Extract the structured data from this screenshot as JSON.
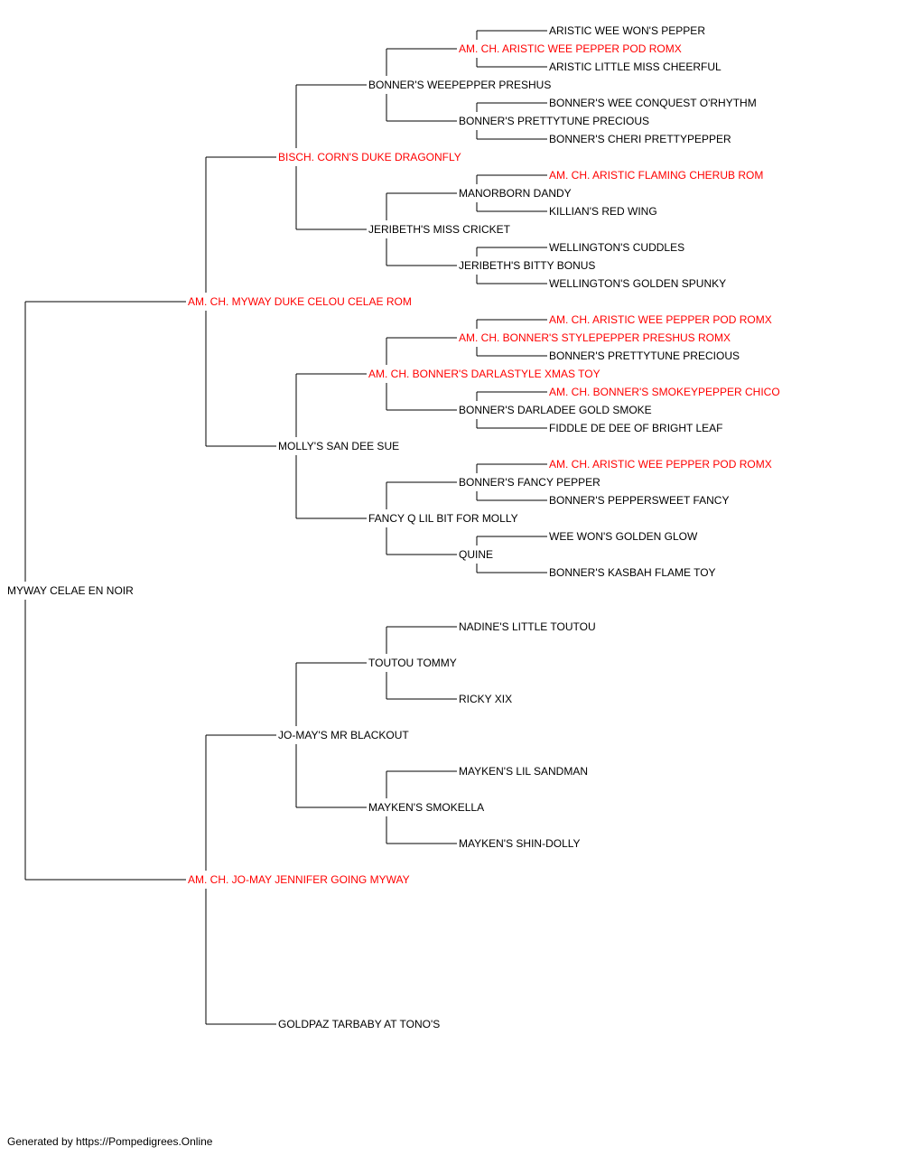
{
  "colors": {
    "champion": "#ff0000",
    "normal": "#000000",
    "line": "#000000"
  },
  "pedigree": {
    "name": "MYWAY CELAE EN NOIR",
    "champion": false,
    "sire": {
      "name": "AM. CH. MYWAY DUKE CELOU CELAE ROM",
      "champion": true,
      "sire": {
        "name": "BISCH. CORN'S DUKE DRAGONFLY",
        "champion": true,
        "sire": {
          "name": "BONNER'S WEEPEPPER PRESHUS",
          "champion": false,
          "sire": {
            "name": "AM. CH. ARISTIC WEE PEPPER POD ROMX",
            "champion": true,
            "sire": {
              "name": "ARISTIC WEE WON'S PEPPER",
              "champion": false
            },
            "dam": {
              "name": "ARISTIC LITTLE MISS CHEERFUL",
              "champion": false
            }
          },
          "dam": {
            "name": "BONNER'S PRETTYTUNE PRECIOUS",
            "champion": false,
            "sire": {
              "name": "BONNER'S WEE CONQUEST O'RHYTHM",
              "champion": false
            },
            "dam": {
              "name": "BONNER'S CHERI PRETTYPEPPER",
              "champion": false
            }
          }
        },
        "dam": {
          "name": "JERIBETH'S MISS CRICKET",
          "champion": false,
          "sire": {
            "name": "MANORBORN DANDY",
            "champion": false,
            "sire": {
              "name": "AM. CH. ARISTIC FLAMING CHERUB ROM",
              "champion": true
            },
            "dam": {
              "name": "KILLIAN'S RED WING",
              "champion": false
            }
          },
          "dam": {
            "name": "JERIBETH'S BITTY BONUS",
            "champion": false,
            "sire": {
              "name": "WELLINGTON'S CUDDLES",
              "champion": false
            },
            "dam": {
              "name": "WELLINGTON'S GOLDEN SPUNKY",
              "champion": false
            }
          }
        }
      },
      "dam": {
        "name": "MOLLY'S SAN DEE SUE",
        "champion": false,
        "sire": {
          "name": "AM. CH. BONNER'S DARLASTYLE XMAS TOY",
          "champion": true,
          "sire": {
            "name": "AM. CH. BONNER'S STYLEPEPPER PRESHUS ROMX",
            "champion": true,
            "sire": {
              "name": "AM. CH. ARISTIC WEE PEPPER POD ROMX",
              "champion": true
            },
            "dam": {
              "name": "BONNER'S PRETTYTUNE PRECIOUS",
              "champion": false
            }
          },
          "dam": {
            "name": "BONNER'S DARLADEE GOLD SMOKE",
            "champion": false,
            "sire": {
              "name": "AM. CH. BONNER'S SMOKEYPEPPER CHICO",
              "champion": true
            },
            "dam": {
              "name": "FIDDLE DE DEE OF BRIGHT LEAF",
              "champion": false
            }
          }
        },
        "dam": {
          "name": "FANCY Q LIL BIT FOR MOLLY",
          "champion": false,
          "sire": {
            "name": "BONNER'S FANCY PEPPER",
            "champion": false,
            "sire": {
              "name": "AM. CH. ARISTIC WEE PEPPER POD ROMX",
              "champion": true
            },
            "dam": {
              "name": "BONNER'S PEPPERSWEET FANCY",
              "champion": false
            }
          },
          "dam": {
            "name": "QUINE",
            "champion": false,
            "sire": {
              "name": "WEE WON'S GOLDEN GLOW",
              "champion": false
            },
            "dam": {
              "name": "BONNER'S KASBAH FLAME TOY",
              "champion": false
            }
          }
        }
      }
    },
    "dam": {
      "name": "AM. CH. JO-MAY JENNIFER GOING MYWAY",
      "champion": true,
      "sire": {
        "name": "JO-MAY'S MR BLACKOUT",
        "champion": false,
        "sire": {
          "name": "TOUTOU TOMMY",
          "champion": false,
          "sire": {
            "name": "NADINE'S LITTLE TOUTOU",
            "champion": false
          },
          "dam": {
            "name": "RICKY XIX",
            "champion": false
          }
        },
        "dam": {
          "name": "MAYKEN'S SMOKELLA",
          "champion": false,
          "sire": {
            "name": "MAYKEN'S LIL SANDMAN",
            "champion": false
          },
          "dam": {
            "name": "MAYKEN'S SHIN-DOLLY",
            "champion": false
          }
        }
      },
      "dam": {
        "name": "GOLDPAZ TARBABY AT TONO'S",
        "champion": false
      }
    }
  },
  "footer": {
    "text": "Generated by https://Pompedigrees.Online"
  }
}
